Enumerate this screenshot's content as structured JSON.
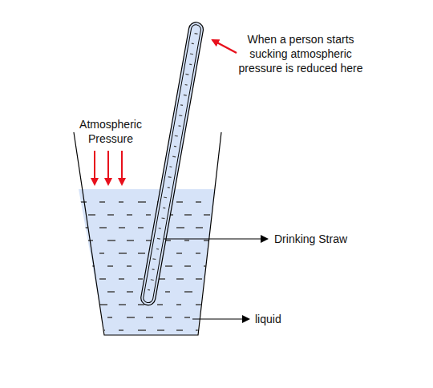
{
  "diagram": {
    "labels": [
      "When a person starts sucking atmospheric pressure is reduced here",
      "Atmospheric Pressure",
      "Drinking Straw",
      "liquid"
    ]
  }
}
